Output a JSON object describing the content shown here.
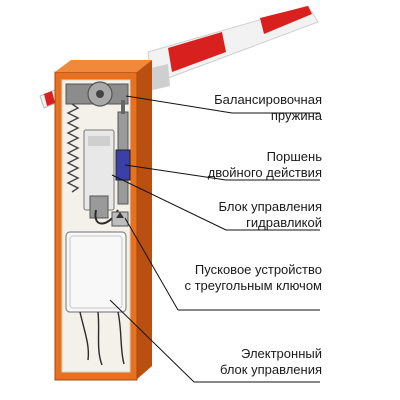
{
  "labels": {
    "balancing_spring": [
      "Балансировочная",
      "пружина"
    ],
    "double_acting_piston": [
      "Поршень",
      "двойного действия"
    ],
    "hydraulic_control_unit": [
      "Блок управления",
      "гидравликой"
    ],
    "starter_device": [
      "Пусковое устройство",
      "с треугольным ключом"
    ],
    "electronic_control_unit": [
      "Электронный",
      "блок управления"
    ]
  },
  "colors": {
    "housing": "#e8711f",
    "housing_dark": "#b94f10",
    "boom_red": "#d8201e",
    "boom_white": "#f2f2f2",
    "cabinet_back": "#f4f1ea",
    "leader_lines": "#111111"
  }
}
